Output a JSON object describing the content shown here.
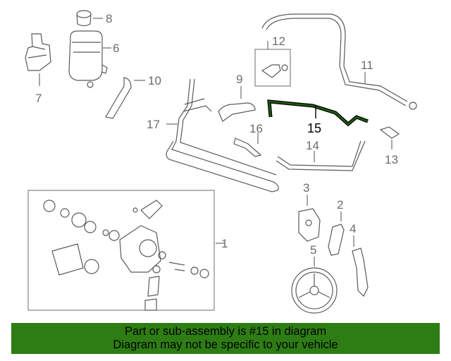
{
  "colors": {
    "banner_background": "#2e7d14",
    "highlight_stroke": "#1f5c0e",
    "line_art": "#5a5a5a",
    "callout_text": "#6b6b6b"
  },
  "callouts": {
    "c1": "1",
    "c2": "2",
    "c3": "3",
    "c4": "4",
    "c5": "5",
    "c6": "6",
    "c7": "7",
    "c8": "8",
    "c9": "9",
    "c10": "10",
    "c11": "11",
    "c12": "12",
    "c13": "13",
    "c14": "14",
    "c15": "15",
    "c16": "16",
    "c17": "17"
  },
  "banner": {
    "line1": "Part or sub-assembly is #15 in diagram",
    "line2": "Diagram may not be specific to your vehicle"
  }
}
